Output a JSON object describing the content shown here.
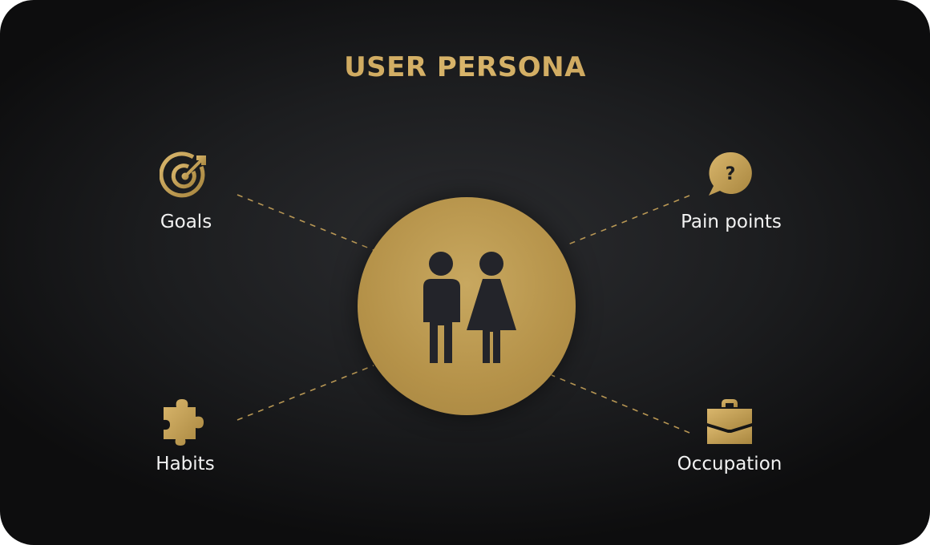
{
  "title": "USER PERSONA",
  "nodes": {
    "goals": {
      "label": "Goals",
      "icon": "target-icon"
    },
    "pain_points": {
      "label": "Pain points",
      "icon": "question-bubble-icon"
    },
    "habits": {
      "label": "Habits",
      "icon": "puzzle-icon"
    },
    "occupation": {
      "label": "Occupation",
      "icon": "briefcase-icon"
    }
  },
  "center": {
    "icon": "man-woman-icon"
  },
  "colors": {
    "accent_gold": "#c9a45a",
    "background": "#1c1d1f",
    "figure_dark": "#23242a",
    "label_text": "#f2f2f2"
  }
}
